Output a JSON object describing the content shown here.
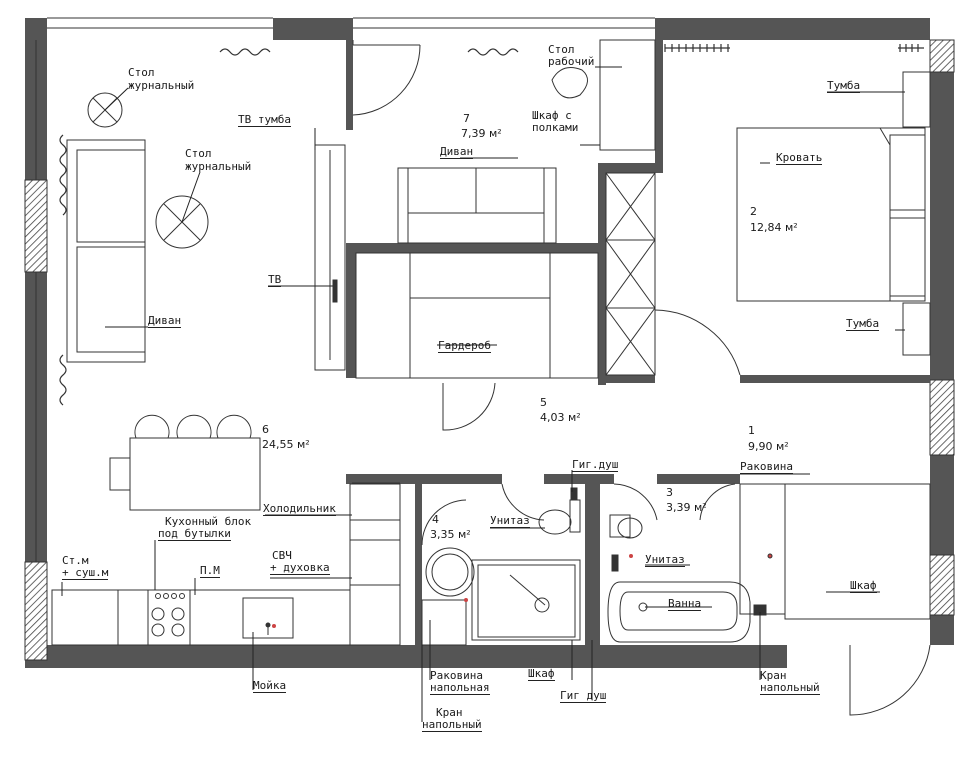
{
  "rooms": [
    {
      "number": "1",
      "area": "9,90 м²"
    },
    {
      "number": "2",
      "area": "12,84 м²"
    },
    {
      "number": "3",
      "area": "3,39 м²"
    },
    {
      "number": "4",
      "area": "3,35 м²"
    },
    {
      "number": "5",
      "area": "4,03 м²"
    },
    {
      "number": "6",
      "area": "24,55 м²"
    },
    {
      "number": "7",
      "area": "7,39 м²"
    }
  ],
  "labels": {
    "coffee_table_1": "Стол журнальный",
    "coffee_table_2": "Стол журнальный",
    "tv_stand": "ТВ тумба",
    "tv": "ТВ",
    "sofa_living": "Диван",
    "sofa_office": "Диван",
    "desk": "Стол рабочий",
    "shelf_cabinet": "Шкаф с полками",
    "nightstand_top": "Тумба",
    "nightstand_bottom": "Тумба",
    "bed": "Кровать",
    "wardrobe": "Гардероб",
    "hyg_shower_top": "Гиг.душ",
    "fridge": "Холодильник",
    "kitchen_block_l1": "Кухонный блок",
    "kitchen_block_l2": "под бутылки",
    "washer_l1": "Ст.м",
    "washer_l2": "+ суш.м",
    "dishwasher": "П.М",
    "microwave_l1": "СВЧ",
    "microwave_l2": "+ духовка",
    "toilet_1": "Унитаз",
    "toilet_2": "Унитаз",
    "sink_hall": "Раковина",
    "bath": "Ванна",
    "closet": "Шкаф",
    "closet_bath": "Шкаф",
    "kitchen_sink": "Мойка",
    "floor_sink_l1": "Раковина",
    "floor_sink_l2": "напольная",
    "hyg_shower_bottom": "Гиг душ",
    "floor_tap_1_l1": "Кран",
    "floor_tap_1_l2": "напольный",
    "floor_tap_2_l1": "Кран",
    "floor_tap_2_l2": "напольный"
  }
}
